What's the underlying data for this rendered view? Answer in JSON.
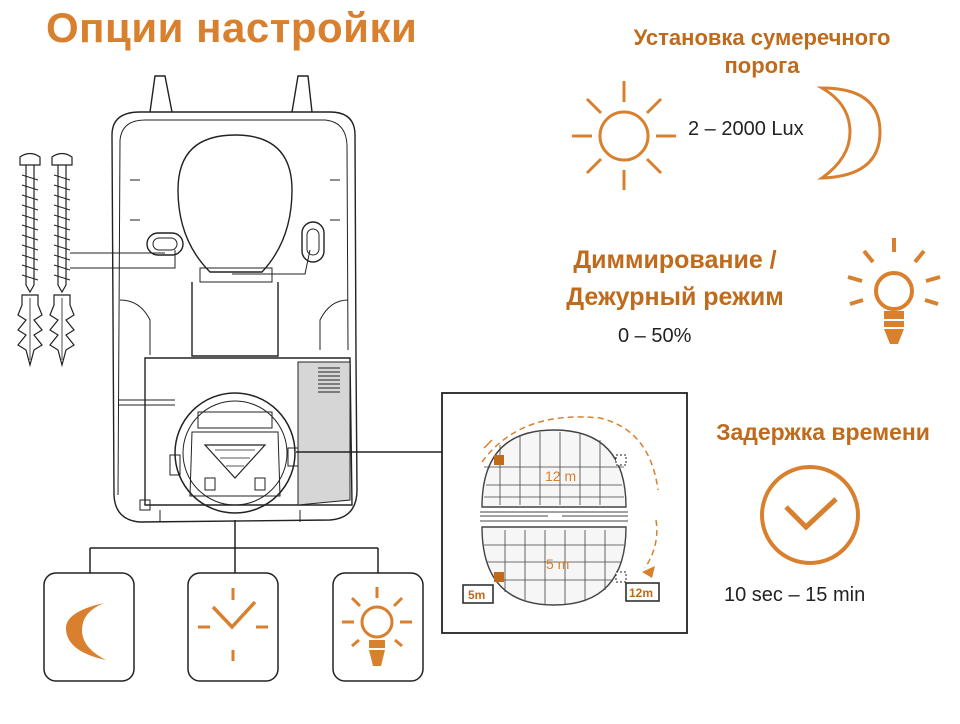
{
  "title": "Опции настройки",
  "twilight": {
    "title_line1": "Установка сумеречного",
    "title_line2": "порога",
    "range": "2 – 2000 Lux",
    "sun_icon": "sun-icon",
    "moon_icon": "moon-icon"
  },
  "dimming": {
    "title_line1": "Диммирование /",
    "title_line2": "Дежурный режим",
    "range": "0 – 50%",
    "icon": "bulb-rays-icon"
  },
  "delay": {
    "title": "Задержка времени",
    "range": "10 sec – 15 min",
    "icon": "clock-icon"
  },
  "detection": {
    "upper_label": "12 m",
    "lower_label": "5 m",
    "badge_left": "5m",
    "badge_right": "12m"
  },
  "knobs": [
    {
      "name": "twilight-knob",
      "icon": "moon-icon"
    },
    {
      "name": "timer-knob",
      "icon": "clock-icon"
    },
    {
      "name": "dimming-knob",
      "icon": "bulb-rays-icon"
    }
  ],
  "colors": {
    "accent": "#d9802f",
    "accent_dark": "#c06a1c",
    "line": "#222222",
    "light_line": "#8a8a8a"
  }
}
